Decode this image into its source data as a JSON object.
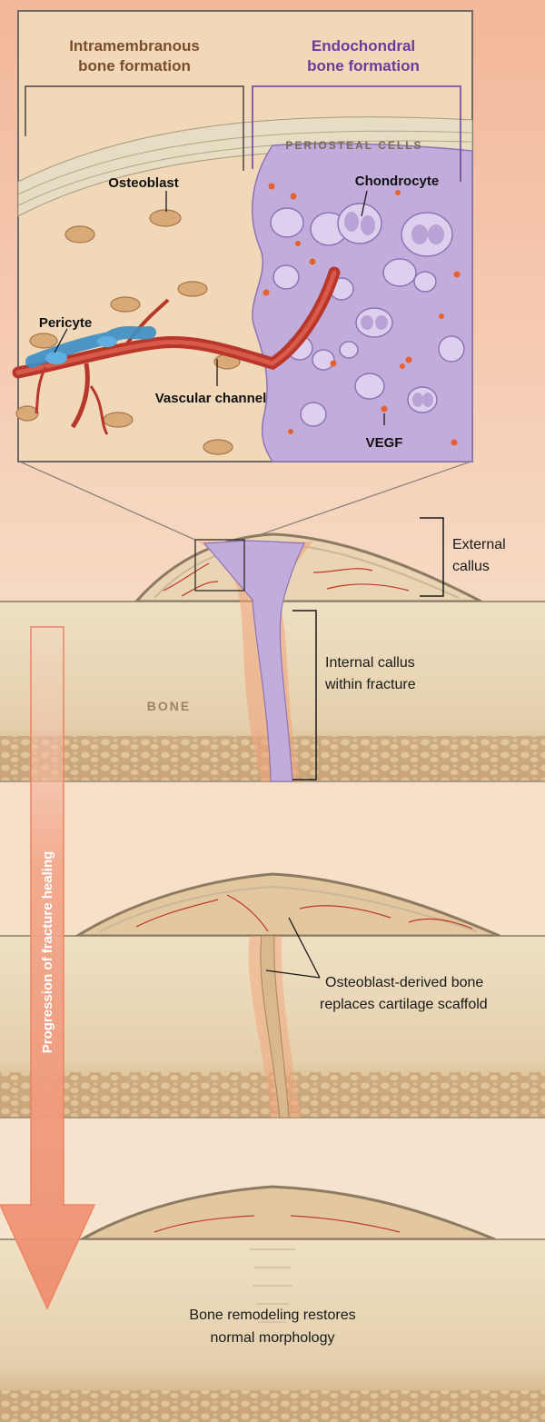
{
  "inset": {
    "intramembranous": {
      "line1": "Intramembranous",
      "line2": "bone formation"
    },
    "endochondral": {
      "line1": "Endochondral",
      "line2": "bone formation"
    },
    "periosteal_cells": "PERIOSTEAL CELLS",
    "osteoblast": "Osteoblast",
    "chondrocyte": "Chondrocyte",
    "pericyte": "Pericyte",
    "vascular_channel": "Vascular channel",
    "vegf": "VEGF"
  },
  "stage1": {
    "external_callus": {
      "line1": "External",
      "line2": "callus"
    },
    "internal_callus": {
      "line1": "Internal callus",
      "line2": "within fracture"
    },
    "bone": "BONE"
  },
  "stage2": {
    "osteoblast_bone": {
      "line1": "Osteoblast-derived bone",
      "line2": "replaces cartilage scaffold"
    }
  },
  "stage3": {
    "remodeling": {
      "line1": "Bone remodeling restores",
      "line2": "normal morphology"
    }
  },
  "arrow_label": "Progression of fracture healing",
  "colors": {
    "intramembranous_label": "#7a4e2a",
    "endochondral_label": "#6a3d9a",
    "cartilage": "#b9a2d8",
    "vessel": "#c0392b",
    "pericyte": "#3a8fc8",
    "bone": "#e9d7b7"
  }
}
